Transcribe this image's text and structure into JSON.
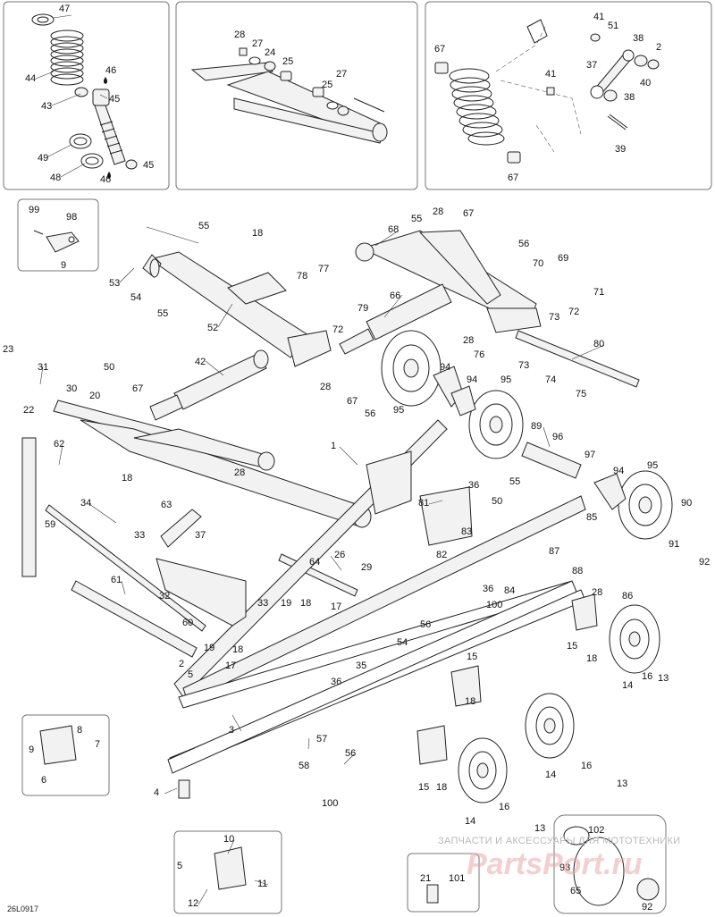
{
  "drawing_code": "26L0917",
  "watermark": {
    "subtitle": "ЗАПЧАСТИ И АКСЕССУАРЫ ДЛЯ МОТОТЕХНИКИ",
    "brand": "PartsPort.ru"
  },
  "callouts": [
    {
      "id": "c47a",
      "t": "47"
    },
    {
      "id": "c44",
      "t": "44"
    },
    {
      "id": "c46a",
      "t": "46"
    },
    {
      "id": "c43",
      "t": "43"
    },
    {
      "id": "c45a",
      "t": "45"
    },
    {
      "id": "c49",
      "t": "49"
    },
    {
      "id": "c48",
      "t": "48"
    },
    {
      "id": "c46b",
      "t": "46"
    },
    {
      "id": "c45b",
      "t": "45"
    },
    {
      "id": "c28a",
      "t": "28"
    },
    {
      "id": "c27a",
      "t": "27"
    },
    {
      "id": "c24",
      "t": "24"
    },
    {
      "id": "c25a",
      "t": "25"
    },
    {
      "id": "c27b",
      "t": "27"
    },
    {
      "id": "c25b",
      "t": "25"
    },
    {
      "id": "c41a",
      "t": "41"
    },
    {
      "id": "c51",
      "t": "51"
    },
    {
      "id": "c38a",
      "t": "38"
    },
    {
      "id": "c2a",
      "t": "2"
    },
    {
      "id": "c67a",
      "t": "67"
    },
    {
      "id": "c37a",
      "t": "37"
    },
    {
      "id": "c40",
      "t": "40"
    },
    {
      "id": "c41b",
      "t": "41"
    },
    {
      "id": "c38b",
      "t": "38"
    },
    {
      "id": "c39",
      "t": "39"
    },
    {
      "id": "c67b",
      "t": "67"
    },
    {
      "id": "c99",
      "t": "99"
    },
    {
      "id": "c98",
      "t": "98"
    },
    {
      "id": "c9a",
      "t": "9"
    },
    {
      "id": "c55a",
      "t": "55"
    },
    {
      "id": "c18a",
      "t": "18"
    },
    {
      "id": "c53",
      "t": "53"
    },
    {
      "id": "c54a",
      "t": "54"
    },
    {
      "id": "c55b",
      "t": "55"
    },
    {
      "id": "c52",
      "t": "52"
    },
    {
      "id": "c78",
      "t": "78"
    },
    {
      "id": "c77",
      "t": "77"
    },
    {
      "id": "c79",
      "t": "79"
    },
    {
      "id": "c72a",
      "t": "72"
    },
    {
      "id": "c68",
      "t": "68"
    },
    {
      "id": "c55c",
      "t": "55"
    },
    {
      "id": "c28b",
      "t": "28"
    },
    {
      "id": "c67c",
      "t": "67"
    },
    {
      "id": "c56a",
      "t": "56"
    },
    {
      "id": "c70",
      "t": "70"
    },
    {
      "id": "c69",
      "t": "69"
    },
    {
      "id": "c66",
      "t": "66"
    },
    {
      "id": "c71",
      "t": "71"
    },
    {
      "id": "c72b",
      "t": "72"
    },
    {
      "id": "c73a",
      "t": "73"
    },
    {
      "id": "c28c",
      "t": "28"
    },
    {
      "id": "c76",
      "t": "76"
    },
    {
      "id": "c80",
      "t": "80"
    },
    {
      "id": "c73b",
      "t": "73"
    },
    {
      "id": "c74",
      "t": "74"
    },
    {
      "id": "c75",
      "t": "75"
    },
    {
      "id": "c23",
      "t": "23"
    },
    {
      "id": "c31",
      "t": "31"
    },
    {
      "id": "c42",
      "t": "42"
    },
    {
      "id": "c50a",
      "t": "50"
    },
    {
      "id": "c67d",
      "t": "67"
    },
    {
      "id": "c22",
      "t": "22"
    },
    {
      "id": "c30",
      "t": "30"
    },
    {
      "id": "c20",
      "t": "20"
    },
    {
      "id": "c28d",
      "t": "28"
    },
    {
      "id": "c67e",
      "t": "67"
    },
    {
      "id": "c56b",
      "t": "56"
    },
    {
      "id": "c95a",
      "t": "95"
    },
    {
      "id": "c94a",
      "t": "94"
    },
    {
      "id": "c94b",
      "t": "94"
    },
    {
      "id": "c95b",
      "t": "95"
    },
    {
      "id": "c62",
      "t": "62"
    },
    {
      "id": "c1",
      "t": "1"
    },
    {
      "id": "c89",
      "t": "89"
    },
    {
      "id": "c96",
      "t": "96"
    },
    {
      "id": "c97",
      "t": "97"
    },
    {
      "id": "c94c",
      "t": "94"
    },
    {
      "id": "c95c",
      "t": "95"
    },
    {
      "id": "c18b",
      "t": "18"
    },
    {
      "id": "c28e",
      "t": "28"
    },
    {
      "id": "c63",
      "t": "63"
    },
    {
      "id": "c36a",
      "t": "36"
    },
    {
      "id": "c55d",
      "t": "55"
    },
    {
      "id": "c50b",
      "t": "50"
    },
    {
      "id": "c90",
      "t": "90"
    },
    {
      "id": "c59",
      "t": "59"
    },
    {
      "id": "c34",
      "t": "34"
    },
    {
      "id": "c81",
      "t": "81"
    },
    {
      "id": "c85",
      "t": "85"
    },
    {
      "id": "c91",
      "t": "91"
    },
    {
      "id": "c92a",
      "t": "92"
    },
    {
      "id": "c33a",
      "t": "33"
    },
    {
      "id": "c37b",
      "t": "37"
    },
    {
      "id": "c83",
      "t": "83"
    },
    {
      "id": "c82",
      "t": "82"
    },
    {
      "id": "c87",
      "t": "87"
    },
    {
      "id": "c26",
      "t": "26"
    },
    {
      "id": "c64",
      "t": "64"
    },
    {
      "id": "c29",
      "t": "29"
    },
    {
      "id": "c88",
      "t": "88"
    },
    {
      "id": "c36b",
      "t": "36"
    },
    {
      "id": "c84",
      "t": "84"
    },
    {
      "id": "c86",
      "t": "86"
    },
    {
      "id": "c28f",
      "t": "28"
    },
    {
      "id": "c61",
      "t": "61"
    },
    {
      "id": "c32",
      "t": "32"
    },
    {
      "id": "c33b",
      "t": "33"
    },
    {
      "id": "c19a",
      "t": "19"
    },
    {
      "id": "c18c",
      "t": "18"
    },
    {
      "id": "c17a",
      "t": "17"
    },
    {
      "id": "c100a",
      "t": "100"
    },
    {
      "id": "c60",
      "t": "60"
    },
    {
      "id": "c56c",
      "t": "56"
    },
    {
      "id": "c54b",
      "t": "54"
    },
    {
      "id": "c19b",
      "t": "19"
    },
    {
      "id": "c18d",
      "t": "18"
    },
    {
      "id": "c15a",
      "t": "15"
    },
    {
      "id": "c18e",
      "t": "18"
    },
    {
      "id": "c2b",
      "t": "2"
    },
    {
      "id": "c17b",
      "t": "17"
    },
    {
      "id": "c35",
      "t": "35"
    },
    {
      "id": "c5a",
      "t": "5"
    },
    {
      "id": "c36c",
      "t": "36"
    },
    {
      "id": "c15b",
      "t": "15"
    },
    {
      "id": "c14a",
      "t": "14"
    },
    {
      "id": "c16a",
      "t": "16"
    },
    {
      "id": "c13a",
      "t": "13"
    },
    {
      "id": "c18f",
      "t": "18"
    },
    {
      "id": "c8",
      "t": "8"
    },
    {
      "id": "c9b",
      "t": "9"
    },
    {
      "id": "c7",
      "t": "7"
    },
    {
      "id": "c3",
      "t": "3"
    },
    {
      "id": "c57",
      "t": "57"
    },
    {
      "id": "c56d",
      "t": "56"
    },
    {
      "id": "c58",
      "t": "58"
    },
    {
      "id": "c6",
      "t": "6"
    },
    {
      "id": "c100b",
      "t": "100"
    },
    {
      "id": "c14b",
      "t": "14"
    },
    {
      "id": "c16b",
      "t": "16"
    },
    {
      "id": "c15c",
      "t": "15"
    },
    {
      "id": "c18g",
      "t": "18"
    },
    {
      "id": "c13b",
      "t": "13"
    },
    {
      "id": "c4",
      "t": "4"
    },
    {
      "id": "c14c",
      "t": "14"
    },
    {
      "id": "c16c",
      "t": "16"
    },
    {
      "id": "c13c",
      "t": "13"
    },
    {
      "id": "c10",
      "t": "10"
    },
    {
      "id": "c5b",
      "t": "5"
    },
    {
      "id": "c102",
      "t": "102"
    },
    {
      "id": "c93",
      "t": "93"
    },
    {
      "id": "c65",
      "t": "65"
    },
    {
      "id": "c92b",
      "t": "92"
    },
    {
      "id": "c11",
      "t": "11"
    },
    {
      "id": "c12",
      "t": "12"
    },
    {
      "id": "c21",
      "t": "21"
    },
    {
      "id": "c101",
      "t": "101"
    }
  ]
}
